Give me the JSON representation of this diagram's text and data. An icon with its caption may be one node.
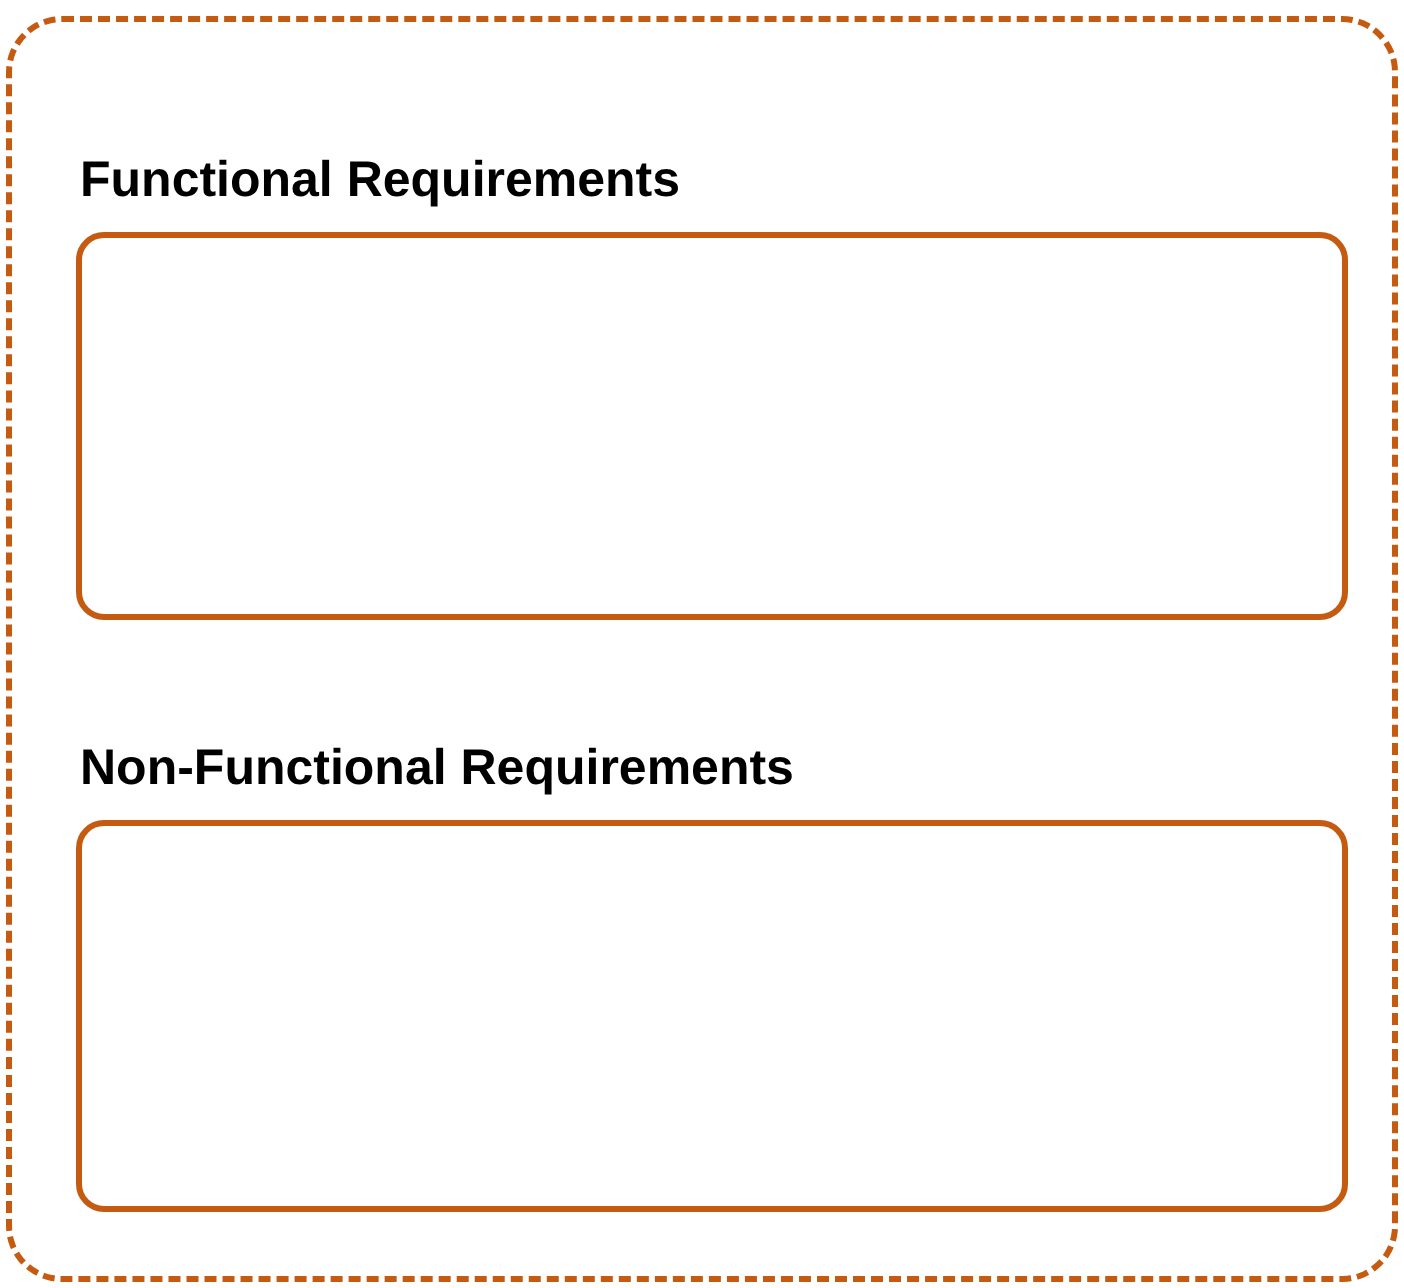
{
  "diagram": {
    "nodes": [
      {
        "text": [],
        "shape": "box"
      },
      {
        "text": [
          "Functional Requirements"
        ],
        "in": 0
      },
      {
        "text": [
          "Non-Functional Requirements"
        ],
        "in": 0
      }
    ],
    "edges": []
  }
}
